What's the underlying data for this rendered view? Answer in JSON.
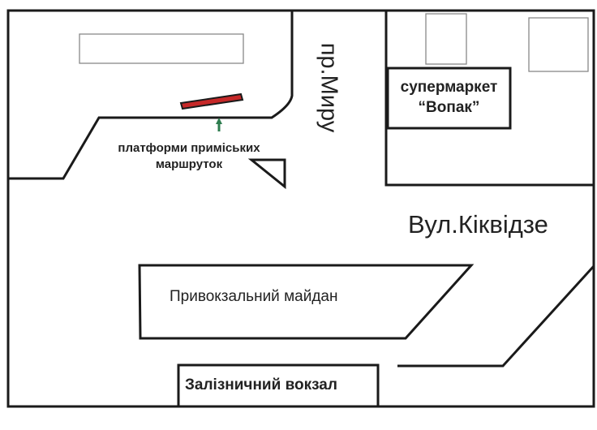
{
  "labels": {
    "street_mira": "пр.Миру",
    "street_kikvidze": "Вул.Кіквідзе",
    "supermarket_line1": "супермаркет",
    "supermarket_line2": "“Вопак”",
    "platforms_line1": "платформи приміських",
    "platforms_line2": "маршруток",
    "square": "Привокзальний майдан",
    "station": "Залізничний вокзал"
  },
  "colors": {
    "platform": "#c62828",
    "arrow": "#2e7d4f",
    "outline": "#1a1a1a",
    "building_gray": "#888888"
  }
}
